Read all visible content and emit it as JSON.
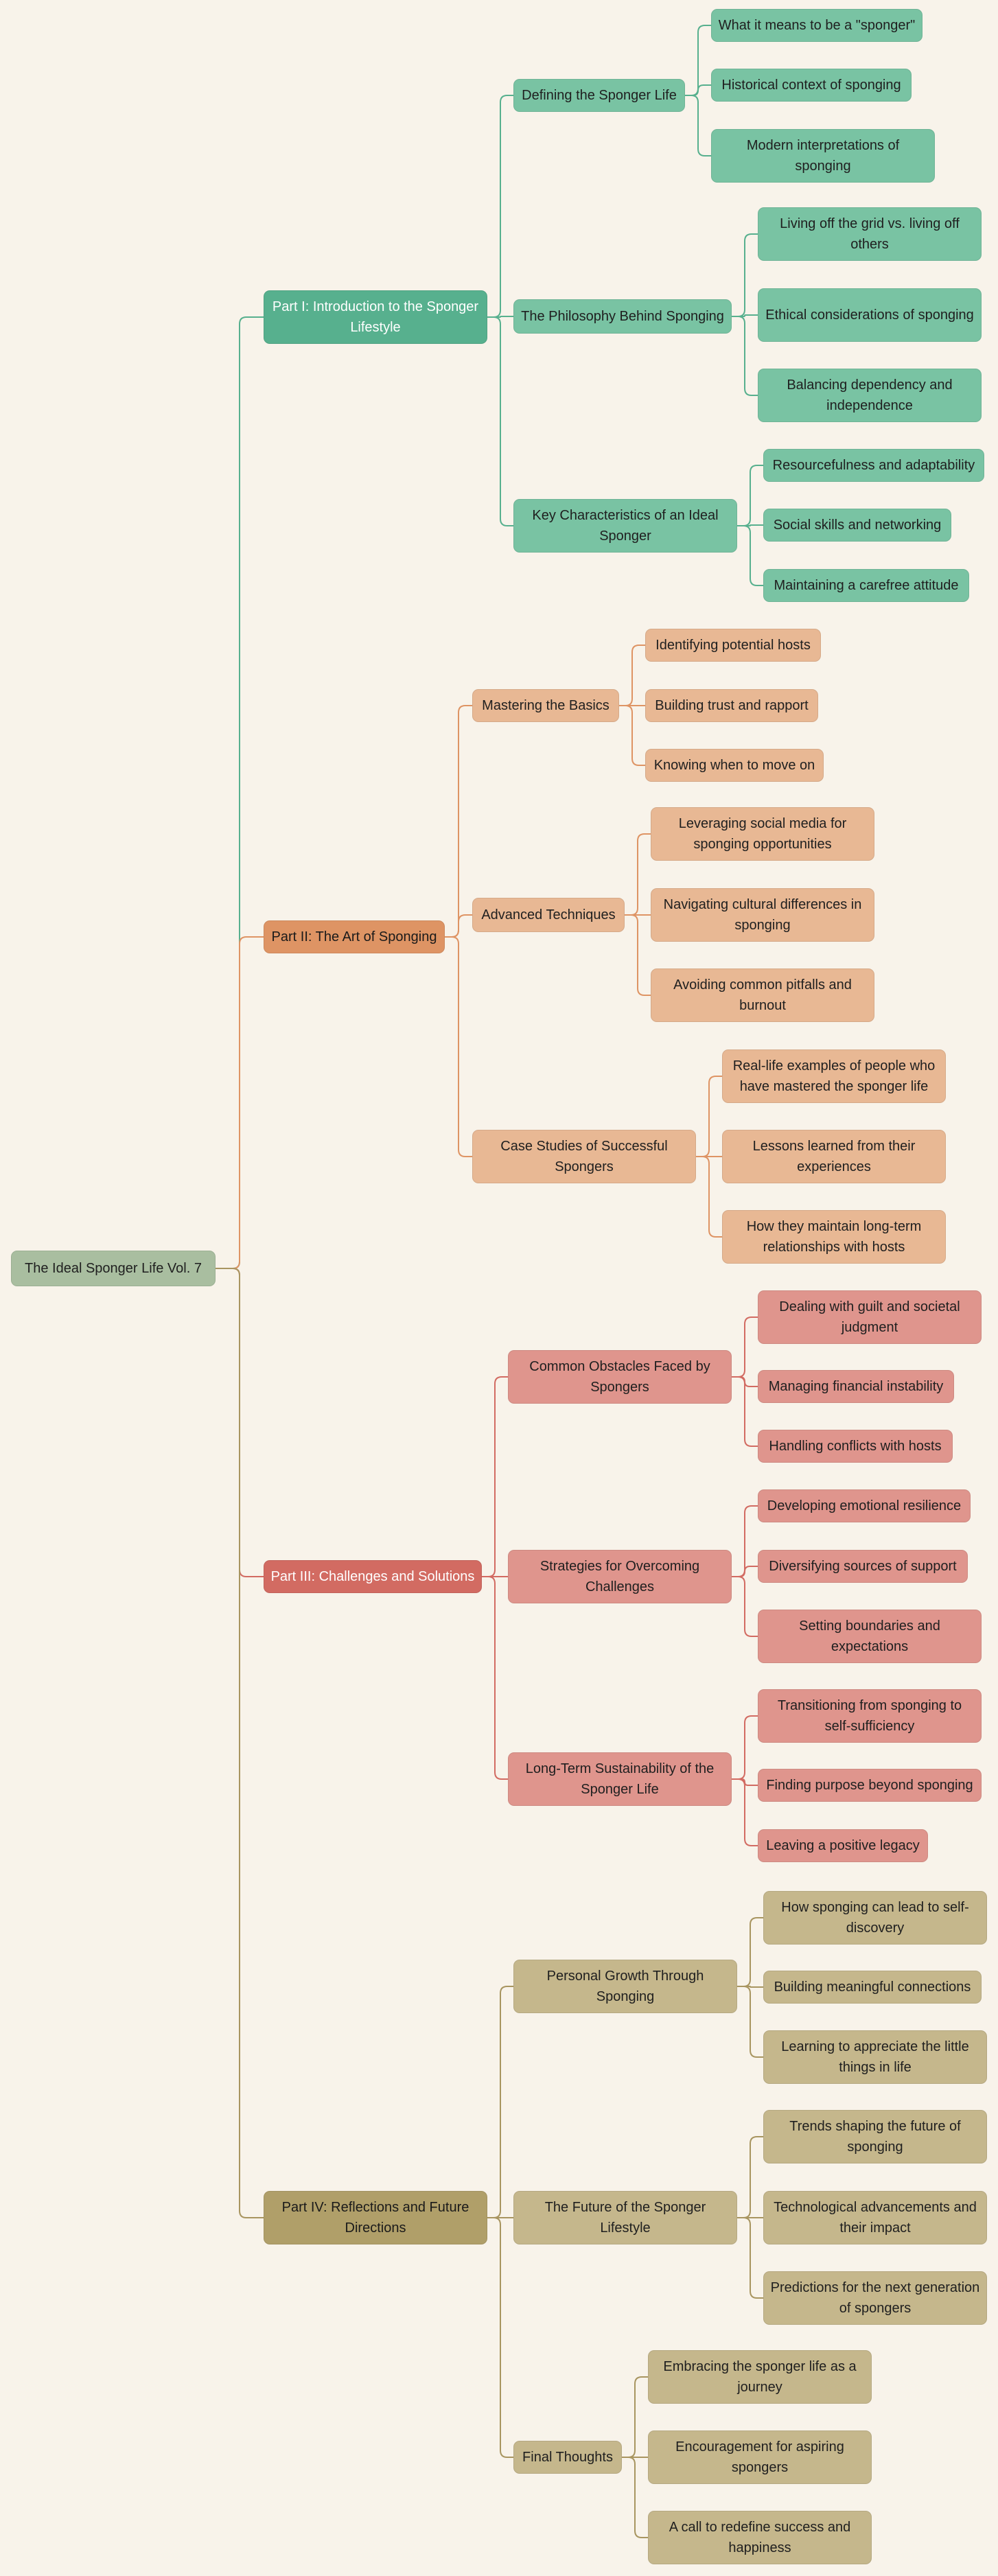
{
  "mindmap": {
    "root": {
      "label": "The Ideal Sponger Life Vol. 7",
      "color": "#a9bea0"
    },
    "parts": [
      {
        "label": "Part I: Introduction to the Sponger Lifestyle",
        "color": "#57b08e",
        "child_color": "#79c3a3",
        "line_color": "#57b08e",
        "sections": [
          {
            "label": "Defining the Sponger Life",
            "items": [
              "What it means to be a \"sponger\"",
              "Historical context of sponging",
              "Modern interpretations of sponging"
            ]
          },
          {
            "label": "The Philosophy Behind Sponging",
            "items": [
              "Living off the grid vs. living off others",
              "Ethical considerations of sponging",
              "Balancing dependency and independence"
            ]
          },
          {
            "label": "Key Characteristics of an Ideal Sponger",
            "items": [
              "Resourcefulness and adaptability",
              "Social skills and networking",
              "Maintaining a carefree attitude"
            ]
          }
        ]
      },
      {
        "label": "Part II: The Art of Sponging",
        "color": "#de9464",
        "child_color": "#e8b894",
        "line_color": "#de9464",
        "sections": [
          {
            "label": "Mastering the Basics",
            "items": [
              "Identifying potential hosts",
              "Building trust and rapport",
              "Knowing when to move on"
            ]
          },
          {
            "label": "Advanced Techniques",
            "items": [
              "Leveraging social media for sponging opportunities",
              "Navigating cultural differences in sponging",
              "Avoiding common pitfalls and burnout"
            ]
          },
          {
            "label": "Case Studies of Successful Spongers",
            "items": [
              "Real-life examples of people who have mastered the sponger life",
              "Lessons learned from their experiences",
              "How they maintain long-term relationships with hosts"
            ]
          }
        ]
      },
      {
        "label": "Part III: Challenges and Solutions",
        "color": "#d26b62",
        "child_color": "#df958d",
        "line_color": "#d26b62",
        "sections": [
          {
            "label": "Common Obstacles Faced by Spongers",
            "items": [
              "Dealing with guilt and societal judgment",
              "Managing financial instability",
              "Handling conflicts with hosts"
            ]
          },
          {
            "label": "Strategies for Overcoming Challenges",
            "items": [
              "Developing emotional resilience",
              "Diversifying sources of support",
              "Setting boundaries and expectations"
            ]
          },
          {
            "label": "Long-Term Sustainability of the Sponger Life",
            "items": [
              "Transitioning from sponging to self-sufficiency",
              "Finding purpose beyond sponging",
              "Leaving a positive legacy"
            ]
          }
        ]
      },
      {
        "label": "Part IV: Reflections and Future Directions",
        "color": "#b09f69",
        "child_color": "#c5b78c",
        "line_color": "#a89560",
        "sections": [
          {
            "label": "Personal Growth Through Sponging",
            "items": [
              "How sponging can lead to self-discovery",
              "Building meaningful connections",
              "Learning to appreciate the little things in life"
            ]
          },
          {
            "label": "The Future of the Sponger Lifestyle",
            "items": [
              "Trends shaping the future of sponging",
              "Technological advancements and their impact",
              "Predictions for the next generation of spongers"
            ]
          },
          {
            "label": "Final Thoughts",
            "items": [
              "Embracing the sponger life as a journey",
              "Encouragement for aspiring spongers",
              "A call to redefine success and happiness"
            ]
          }
        ]
      }
    ]
  }
}
